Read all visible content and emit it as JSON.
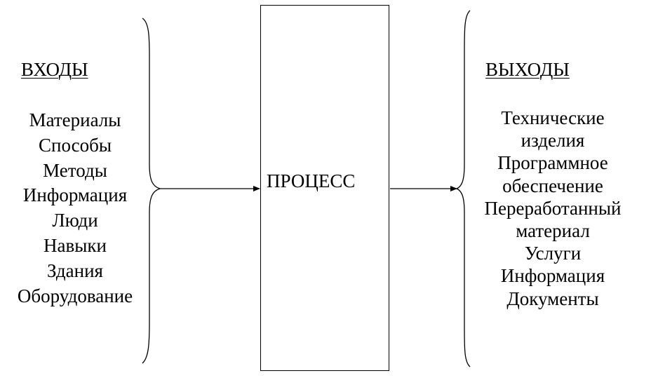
{
  "inputs": {
    "heading": "ВХОДЫ",
    "items": [
      "Материалы",
      "Способы",
      "Методы",
      "Информация",
      "Люди",
      "Навыки",
      "Здания",
      "Оборудование"
    ]
  },
  "process": {
    "label": "ПРОЦЕСС"
  },
  "outputs": {
    "heading": "ВЫХОДЫ",
    "items": [
      "Технические",
      "изделия",
      "Программное",
      "обеспечение",
      "Переработанный",
      "материал",
      "Услуги",
      "Информация",
      "Документы"
    ]
  },
  "colors": {
    "stroke": "#000000",
    "background": "#ffffff"
  }
}
